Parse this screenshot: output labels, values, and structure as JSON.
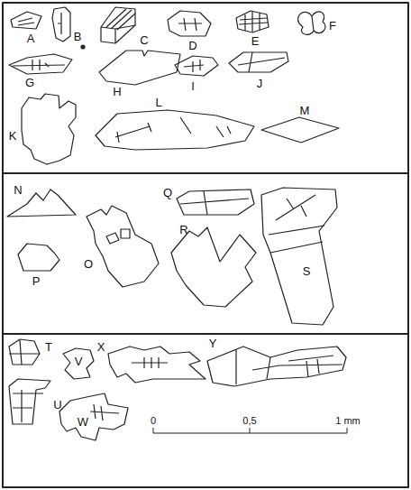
{
  "diagram": {
    "labels": [
      "A",
      "B",
      "C",
      "D",
      "E",
      "F",
      "G",
      "H",
      "I",
      "J",
      "K",
      "L",
      "M",
      "N",
      "O",
      "P",
      "Q",
      "R",
      "S",
      "T",
      "U",
      "V",
      "W",
      "X",
      "Y",
      "0",
      "0,5",
      "1 mm"
    ]
  }
}
